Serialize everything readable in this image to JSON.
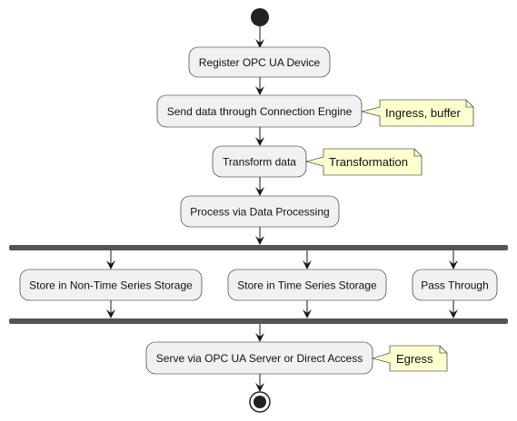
{
  "diagram": {
    "type": "activity",
    "colors": {
      "node_fill": "#f1f1f1",
      "node_stroke": "#181818",
      "note_fill": "#fefece",
      "note_stroke": "#181818",
      "bar_fill": "#555555",
      "edge": "#181818",
      "start": "#222222"
    },
    "steps": {
      "register": "Register OPC UA Device",
      "send": "Send data through Connection Engine",
      "transform": "Transform data",
      "process": "Process via Data Processing",
      "non_ts": "Store in Non-Time Series Storage",
      "ts": "Store in Time Series Storage",
      "pass": "Pass Through",
      "serve": "Serve via OPC UA Server or Direct Access"
    },
    "notes": {
      "ingress": "Ingress, buffer",
      "transformation": "Transformation",
      "egress": "Egress"
    }
  }
}
